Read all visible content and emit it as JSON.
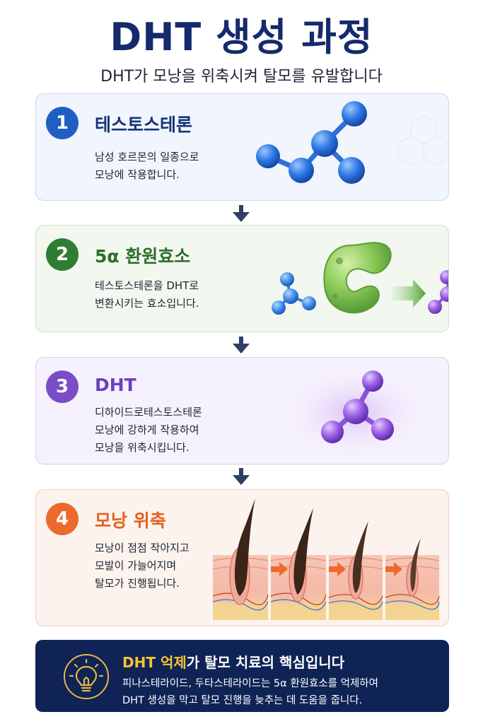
{
  "header": {
    "title": "DHT 생성 과정",
    "subtitle": "DHT가 모낭을 위축시켜 탈모를 유발합니다"
  },
  "steps": [
    {
      "number": "1",
      "title": "테스토스테론",
      "lines": [
        "남성 호르몬의 일종으로",
        "모낭에 작용합니다."
      ],
      "icon": "testosterone-molecule-icon",
      "color": "#1f5fc4"
    },
    {
      "number": "2",
      "title": "5α 환원효소",
      "lines": [
        "테스토스테론을 DHT로",
        "변환시키는 효소입니다."
      ],
      "icon": "enzyme-conversion-icon",
      "color": "#2f7d34"
    },
    {
      "number": "3",
      "title": "DHT",
      "lines": [
        "디하이드로테스토스테론",
        "모낭에 강하게 작용하여",
        "모낭을 위축시킵니다."
      ],
      "icon": "dht-molecule-icon",
      "color": "#7a4cc7"
    },
    {
      "number": "4",
      "title": "모낭 위축",
      "lines": [
        "모낭이 점점 작아지고",
        "모발이 가늘어지며",
        "탈모가 진행됩니다."
      ],
      "icon": "follicle-shrinking-icon",
      "color": "#ec6a2c"
    }
  ],
  "tip": {
    "highlight": "DHT 억제",
    "title_rest": "가 탈모 치료의 핵심입니다",
    "lines": [
      "피나스테라이드, 두타스테라이드는 5α 환원효소를 억제하여",
      "DHT 생성을 막고 탈모 진행을 늦추는 데 도움을 줍니다."
    ],
    "icon": "lightbulb-icon"
  }
}
